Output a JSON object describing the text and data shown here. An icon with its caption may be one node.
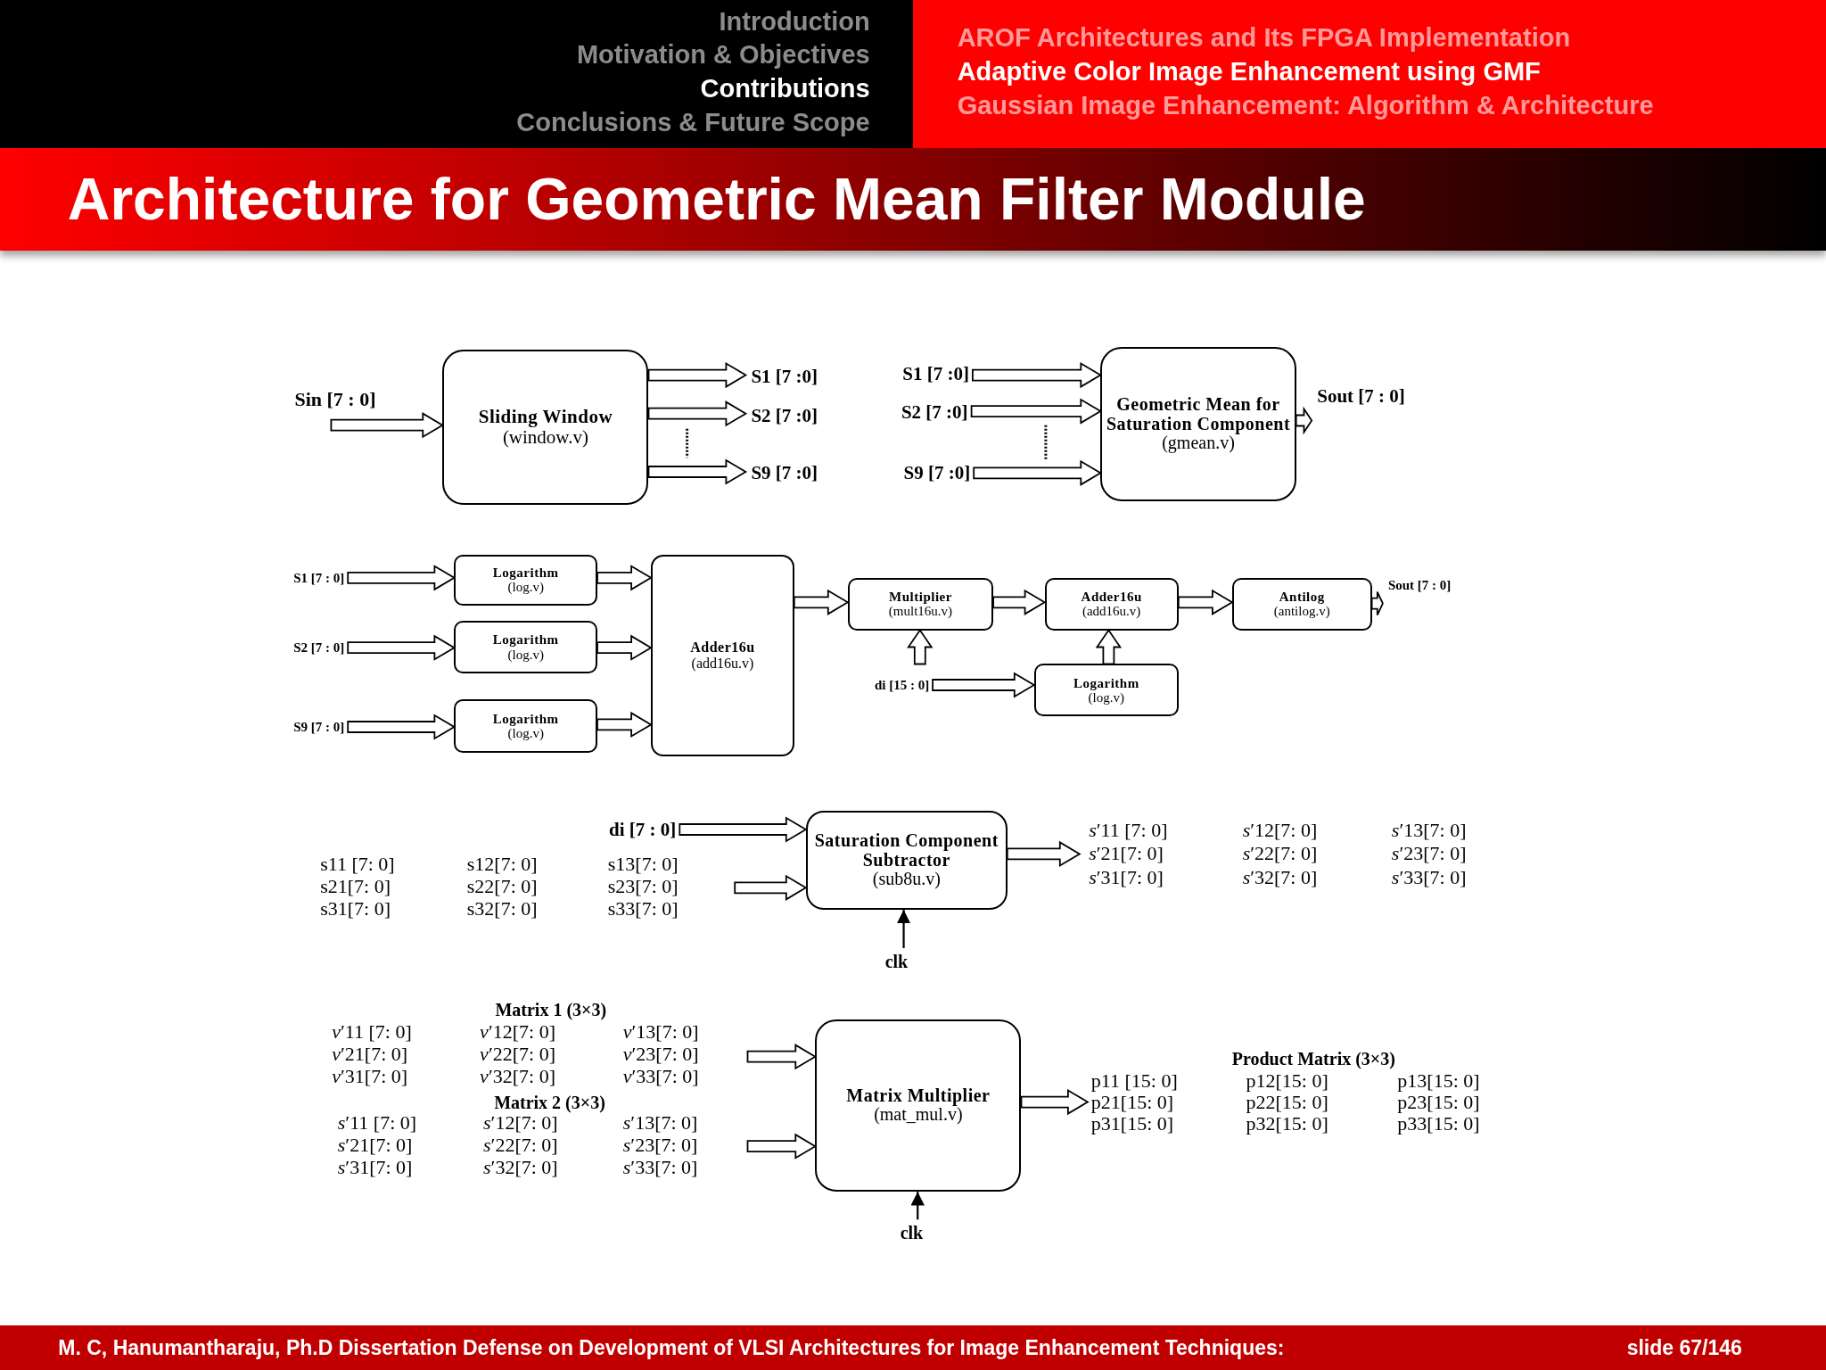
{
  "diagram": {
    "title": "Architecture for Geometric Mean Filter Module",
    "nodes": [
      {
        "text": [
          "Sin [7 : 0]"
        ]
      },
      {
        "text": [
          "Sliding Window",
          "(window.v)"
        ]
      },
      {
        "text": [
          "S1 [7 :0]"
        ]
      },
      {
        "text": [
          "S2 [7 :0]"
        ]
      },
      {
        "text": [
          "S9 [7 :0]"
        ]
      },
      {
        "text": [
          "S1 [7 :0]"
        ]
      },
      {
        "text": [
          "S2 [7 :0]"
        ]
      },
      {
        "text": [
          "S9 [7 :0]"
        ]
      },
      {
        "text": [
          "Geometric Mean for Saturation Component",
          "(gmean.v)"
        ]
      },
      {
        "text": [
          "Sout [7 : 0]"
        ]
      },
      {
        "text": [
          "S1 [7 : 0]"
        ]
      },
      {
        "text": [
          "Logarithm",
          "(log.v)"
        ]
      },
      {
        "text": [
          "S2 [7 : 0]"
        ]
      },
      {
        "text": [
          "Logarithm",
          "(log.v)"
        ]
      },
      {
        "text": [
          "S9 [7 : 0]"
        ]
      },
      {
        "text": [
          "Logarithm",
          "(log.v)"
        ]
      },
      {
        "text": [
          "Adder16u",
          "(add16u.v)"
        ]
      },
      {
        "text": [
          "Multiplier",
          "(mult16u.v)"
        ]
      },
      {
        "text": [
          "Adder16u",
          "(add16u.v)"
        ]
      },
      {
        "text": [
          "Antilog",
          "(antilog.v)"
        ]
      },
      {
        "text": [
          "Sout [7 : 0]"
        ]
      },
      {
        "text": [
          "di [15 : 0]"
        ]
      },
      {
        "text": [
          "Logarithm",
          "(log.v)"
        ]
      },
      {
        "text": [
          "di [7 : 0]"
        ]
      },
      {
        "text": [
          "Saturation Component Subtractor",
          "(sub8u.v)"
        ]
      },
      {
        "text": [
          "clk"
        ]
      },
      {
        "text": [
          "Matrix Multiplier",
          "(mat_mul.v)"
        ]
      },
      {
        "text": [
          "clk"
        ]
      }
    ],
    "edges": [
      {
        "from": 0,
        "to": 1,
        "arrow": "to",
        "style": "thick"
      },
      {
        "from": 1,
        "to": 2,
        "arrow": "to",
        "style": "thick"
      },
      {
        "from": 1,
        "to": 3,
        "arrow": "to",
        "style": "thick"
      },
      {
        "from": 1,
        "to": 4,
        "arrow": "to",
        "style": "thick"
      },
      {
        "from": 5,
        "to": 8,
        "arrow": "to",
        "style": "thick"
      },
      {
        "from": 6,
        "to": 8,
        "arrow": "to",
        "style": "thick"
      },
      {
        "from": 7,
        "to": 8,
        "arrow": "to",
        "style": "thick"
      },
      {
        "from": 8,
        "to": 9,
        "arrow": "to",
        "style": "thick"
      },
      {
        "from": 10,
        "to": 11,
        "arrow": "to",
        "style": "thick"
      },
      {
        "from": 11,
        "to": 16,
        "arrow": "to",
        "style": "thick"
      },
      {
        "from": 12,
        "to": 13,
        "arrow": "to",
        "style": "thick"
      },
      {
        "from": 13,
        "to": 16,
        "arrow": "to",
        "style": "thick"
      },
      {
        "from": 14,
        "to": 15,
        "arrow": "to",
        "style": "thick"
      },
      {
        "from": 15,
        "to": 16,
        "arrow": "to",
        "style": "thick"
      },
      {
        "from": 16,
        "to": 17,
        "arrow": "to",
        "style": "thick"
      },
      {
        "from": 17,
        "to": 18,
        "arrow": "to",
        "style": "thick"
      },
      {
        "from": 18,
        "to": 19,
        "arrow": "to",
        "style": "thick"
      },
      {
        "from": 19,
        "to": 20,
        "arrow": "to",
        "style": "thick"
      },
      {
        "from": null,
        "to": 17,
        "arrow": "to",
        "style": "thick"
      },
      {
        "from": 21,
        "to": 22,
        "arrow": "to",
        "style": "thick"
      },
      {
        "from": 22,
        "to": 18,
        "arrow": "to",
        "style": "thick"
      },
      {
        "from": 23,
        "to": 24,
        "arrow": "to",
        "style": "thick"
      },
      {
        "from": null,
        "to": 24,
        "arrow": "to",
        "style": "thick"
      },
      {
        "from": 24,
        "to": null,
        "arrow": "to",
        "style": "thick"
      },
      {
        "from": 25,
        "to": 24,
        "arrow": "to"
      },
      {
        "from": null,
        "to": 26,
        "arrow": "to",
        "style": "thick"
      },
      {
        "from": null,
        "to": 26,
        "arrow": "to",
        "style": "thick"
      },
      {
        "from": 26,
        "to": null,
        "arrow": "to",
        "style": "thick"
      },
      {
        "from": 27,
        "to": 26,
        "arrow": "to"
      }
    ],
    "labels": [
      "Introduction",
      "Motivation & Objectives",
      "Contributions",
      "Conclusions & Future Scope",
      "AROF Architectures and Its FPGA Implementation",
      "Adaptive Color Image Enhancement using GMF",
      "Gaussian Image Enhancement: Algorithm & Architecture",
      "s11 [7: 0]",
      "s12[7: 0]",
      "s13[7: 0]",
      "s21[7: 0]",
      "s22[7: 0]",
      "s23[7: 0]",
      "s31[7: 0]",
      "s32[7: 0]",
      "s33[7: 0]",
      "*s*′11 [7: 0]",
      "*s*′12[7: 0]",
      "*s*′13[7: 0]",
      "*s*′21[7: 0]",
      "*s*′22[7: 0]",
      "*s*′23[7: 0]",
      "*s*′31[7: 0]",
      "*s*′32[7: 0]",
      "*s*′33[7: 0]",
      "Matrix 1 (3×3)",
      "*v*′11 [7: 0]",
      "*v*′12[7: 0]",
      "*v*′13[7: 0]",
      "*v*′21[7: 0]",
      "*v*′22[7: 0]",
      "*v*′23[7: 0]",
      "*v*′31[7: 0]",
      "*v*′32[7: 0]",
      "*v*′33[7: 0]",
      "Matrix 2 (3×3)",
      "*s*′11 [7: 0]",
      "*s*′12[7: 0]",
      "*s*′13[7: 0]",
      "*s*′21[7: 0]",
      "*s*′22[7: 0]",
      "*s*′23[7: 0]",
      "*s*′31[7: 0]",
      "*s*′32[7: 0]",
      "*s*′33[7: 0]",
      "Product Matrix (3×3)",
      "p11 [15: 0]",
      "p12[15: 0]",
      "p13[15: 0]",
      "p21[15: 0]",
      "p22[15: 0]",
      "p23[15: 0]",
      "p31[15: 0]",
      "p32[15: 0]",
      "p33[15: 0]",
      "M. C, Hanumantharaju, Ph.D Dissertation Defense on Development of VLSI Architectures for Image Enhancement Techniques:",
      "slide 67/146"
    ]
  }
}
